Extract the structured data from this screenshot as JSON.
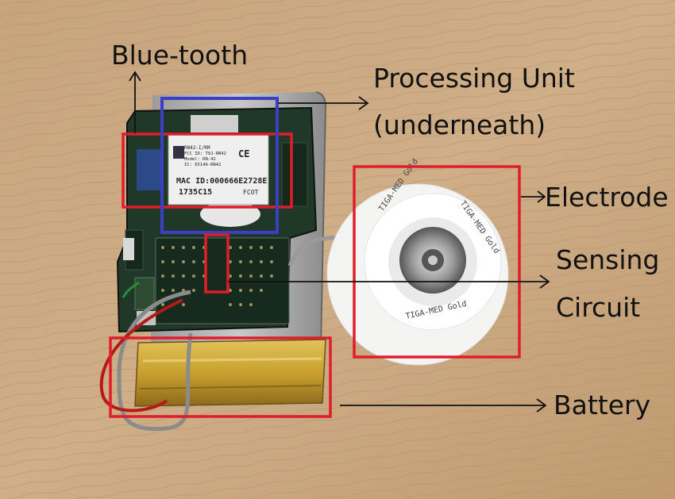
{
  "labels": {
    "bluetooth": "Blue-tooth",
    "processing_line1": "Processing Unit",
    "processing_line2": "(underneath)",
    "electrode": "Electrode",
    "sensing_line1": "Sensing",
    "sensing_line2": "Circuit",
    "battery": "Battery"
  },
  "module_text": {
    "model": "RN42-I/RM",
    "fcc": "FCC ID: T9J-RN42",
    "model2": "Model: RN-42",
    "ic": "IC: 6514A-RN42",
    "mac": "MAC ID:000666E2728E",
    "lot": "1735C15",
    "fcot": "FCOT",
    "ce": "CE"
  },
  "electrode_text": "TIGA-MED Gold",
  "colors": {
    "highlight_red": "#e01e2a",
    "highlight_blue": "#3a3fc4",
    "pcb_green": "#20392a",
    "battery_yellow": "#d3a93a"
  }
}
